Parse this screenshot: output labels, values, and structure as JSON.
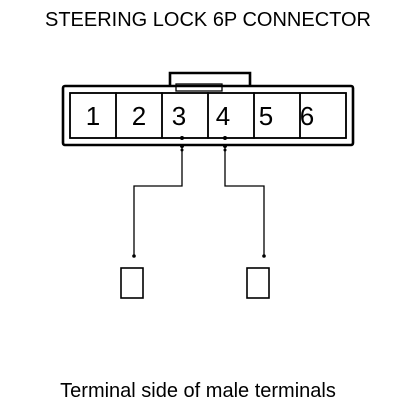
{
  "title": "STEERING LOCK 6P CONNECTOR",
  "caption": "Terminal side of male terminals",
  "connector": {
    "pins": [
      "1",
      "2",
      "3",
      "4",
      "5",
      "6"
    ]
  },
  "wired_pins": [
    "3",
    "4"
  ],
  "icons": {
    "connector": "connector-housing-icon",
    "probe": "probe-terminal-icon"
  }
}
